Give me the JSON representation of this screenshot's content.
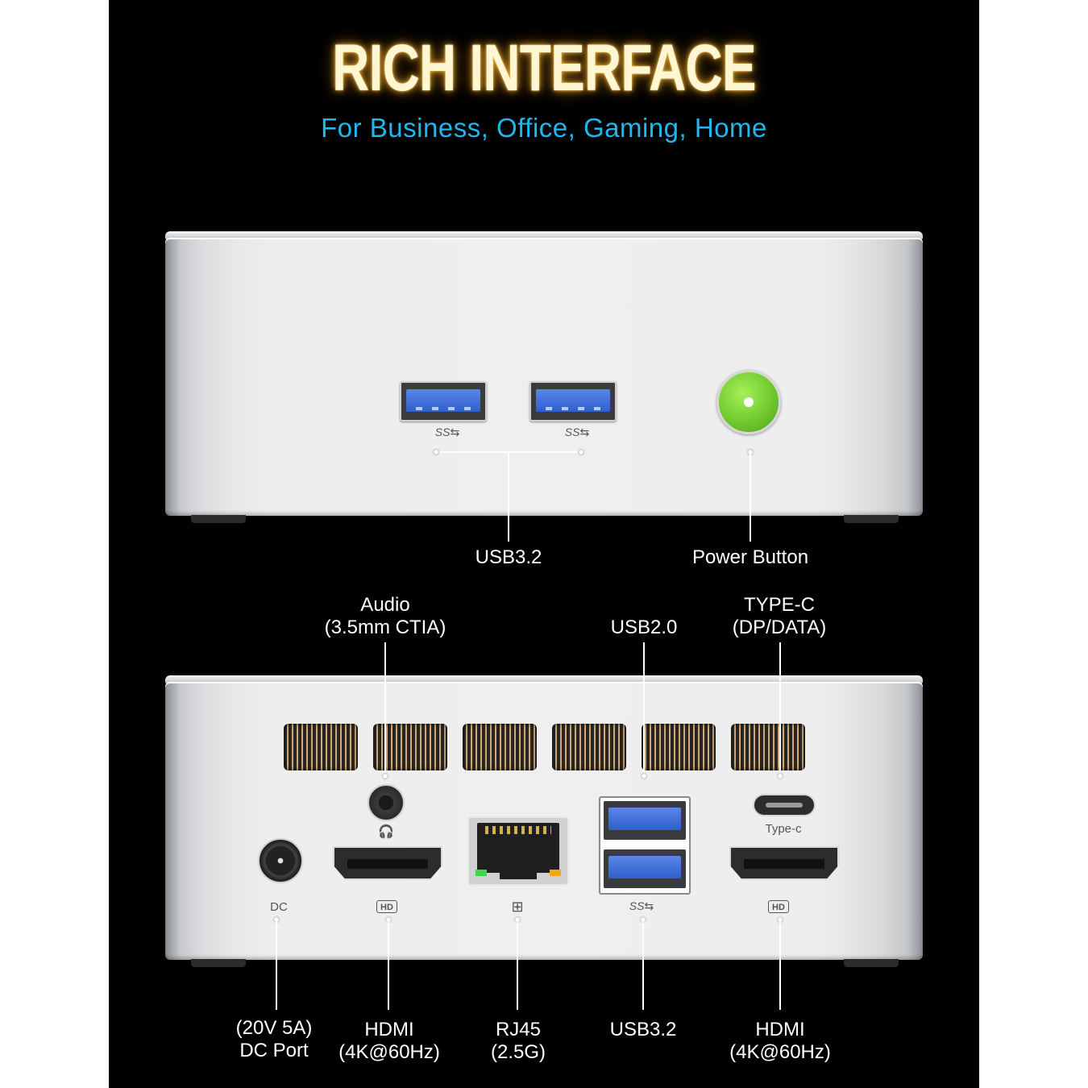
{
  "header": {
    "title": "RICH INTERFACE",
    "subtitle": "For Business, Office, Gaming, Home"
  },
  "front_panel": {
    "labels": {
      "usb": "USB3.2",
      "power": "Power Button"
    },
    "port_marks": {
      "ss_left": "SS⇆",
      "ss_right": "SS⇆"
    }
  },
  "rear_panel": {
    "top_labels": {
      "audio": "Audio\n(3.5mm CTIA)",
      "usb2": "USB2.0",
      "typec": "TYPE-C\n(DP/DATA)"
    },
    "port_marks": {
      "dc": "DC",
      "hd_left": "HD",
      "hd_right": "HD",
      "typec": "Type-c",
      "ss": "SS⇆"
    },
    "bottom_labels": {
      "dc": "(20V 5A)\nDC Port",
      "hdmi_left": "HDMI\n(4K@60Hz)",
      "rj45": "RJ45\n(2.5G)",
      "usb32": "USB3.2",
      "hdmi_right": "HDMI\n(4K@60Hz)"
    }
  },
  "colors": {
    "background": "#000000",
    "title_glow": "#ffbe3c",
    "subtitle": "#1fb8ee",
    "usb_blue": "#2f5fcf",
    "power_green": "#7ed321",
    "grill_copper": "#c49e6d"
  }
}
